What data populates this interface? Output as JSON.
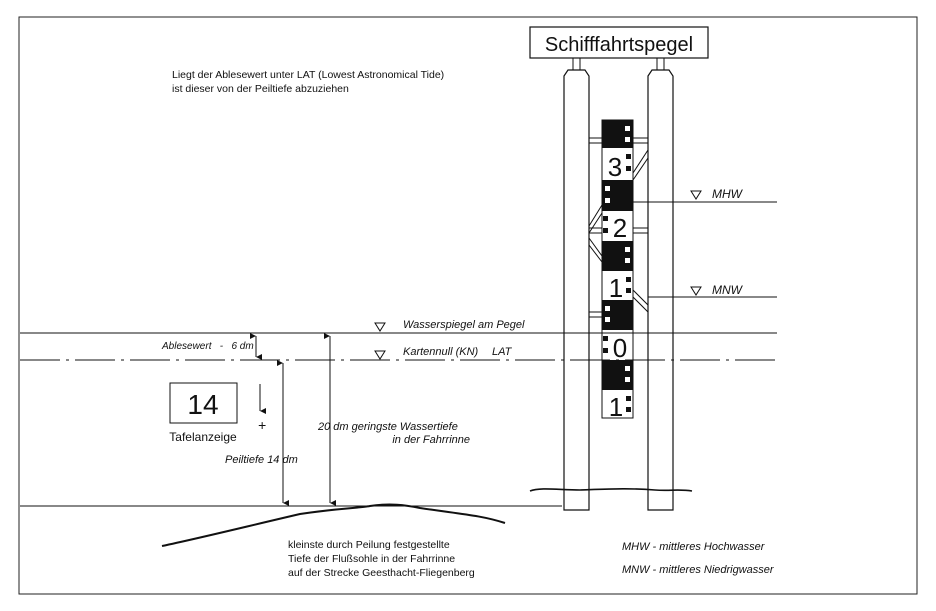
{
  "sign_title": "Schifffahrtspegel",
  "note": {
    "line1": "Liegt der Ablesewert unter LAT (Lowest Astronomical Tide)",
    "line2": "ist dieser von der Peiltiefe abzuziehen"
  },
  "gauge_numbers": [
    "3",
    "2",
    "1",
    "0",
    "1"
  ],
  "levels": {
    "mhw": "MHW",
    "mnw": "MNW",
    "water_surface": "Wasserspiegel am Pegel",
    "chart_datum": "Kartennull (KN)",
    "lat": "LAT"
  },
  "reading": "Ablesewert   -   6 dm",
  "board": {
    "value": "14",
    "label": "Tafelanzeige",
    "sign": "+"
  },
  "sounding_depth": "Peiltiefe 14 dm",
  "min_depth": {
    "line1": "20 dm geringste Wassertiefe",
    "line2": "in der Fahrrinne"
  },
  "riverbed": {
    "line1": "kleinste durch Peilung festgestellte",
    "line2": "Tiefe der Flußsohle in der Fahrrinne",
    "line3": "auf der Strecke Geesthacht-Fliegenberg"
  },
  "legend": {
    "mhw": "MHW - mittleres Hochwasser",
    "mnw": "MNW - mittleres Niedrigwasser"
  }
}
